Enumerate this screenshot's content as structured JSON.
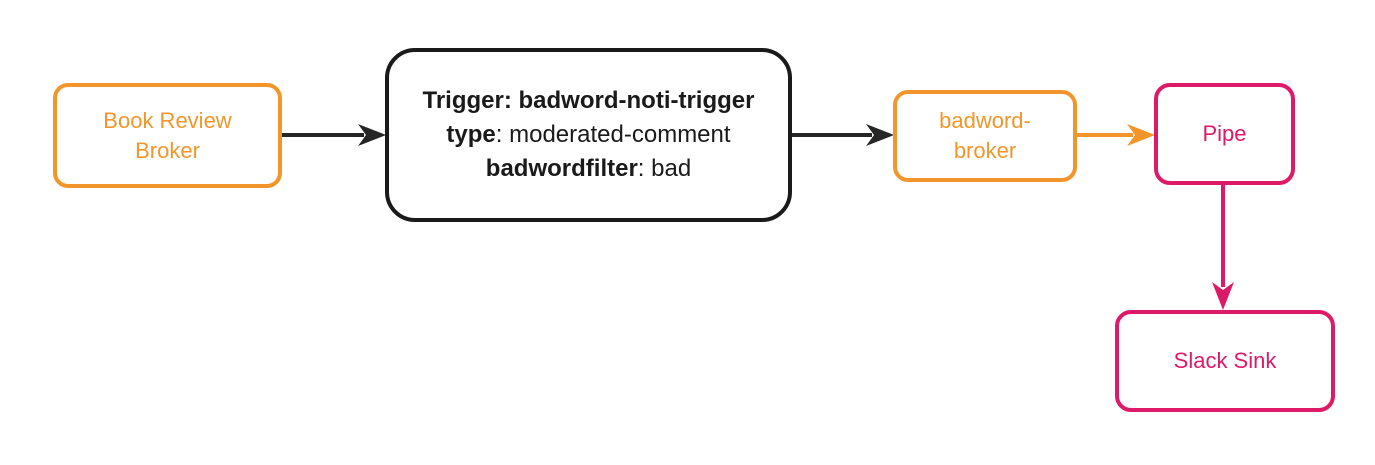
{
  "colors": {
    "orange": "#F2962B",
    "pink": "#DD1A68",
    "dark": "#262626",
    "black": "#1A1A1A"
  },
  "diagram": {
    "nodes": {
      "book_review_broker": {
        "label": "Book Review Broker"
      },
      "trigger": {
        "title": "Trigger: badword-noti-trigger",
        "fields": [
          {
            "key": "type",
            "value": ": moderated-comment"
          },
          {
            "key": "badwordfilter",
            "value": ": bad"
          }
        ]
      },
      "badword_broker": {
        "label": "badword-broker"
      },
      "pipe": {
        "label": "Pipe"
      },
      "slack_sink": {
        "label": "Slack Sink"
      }
    }
  }
}
